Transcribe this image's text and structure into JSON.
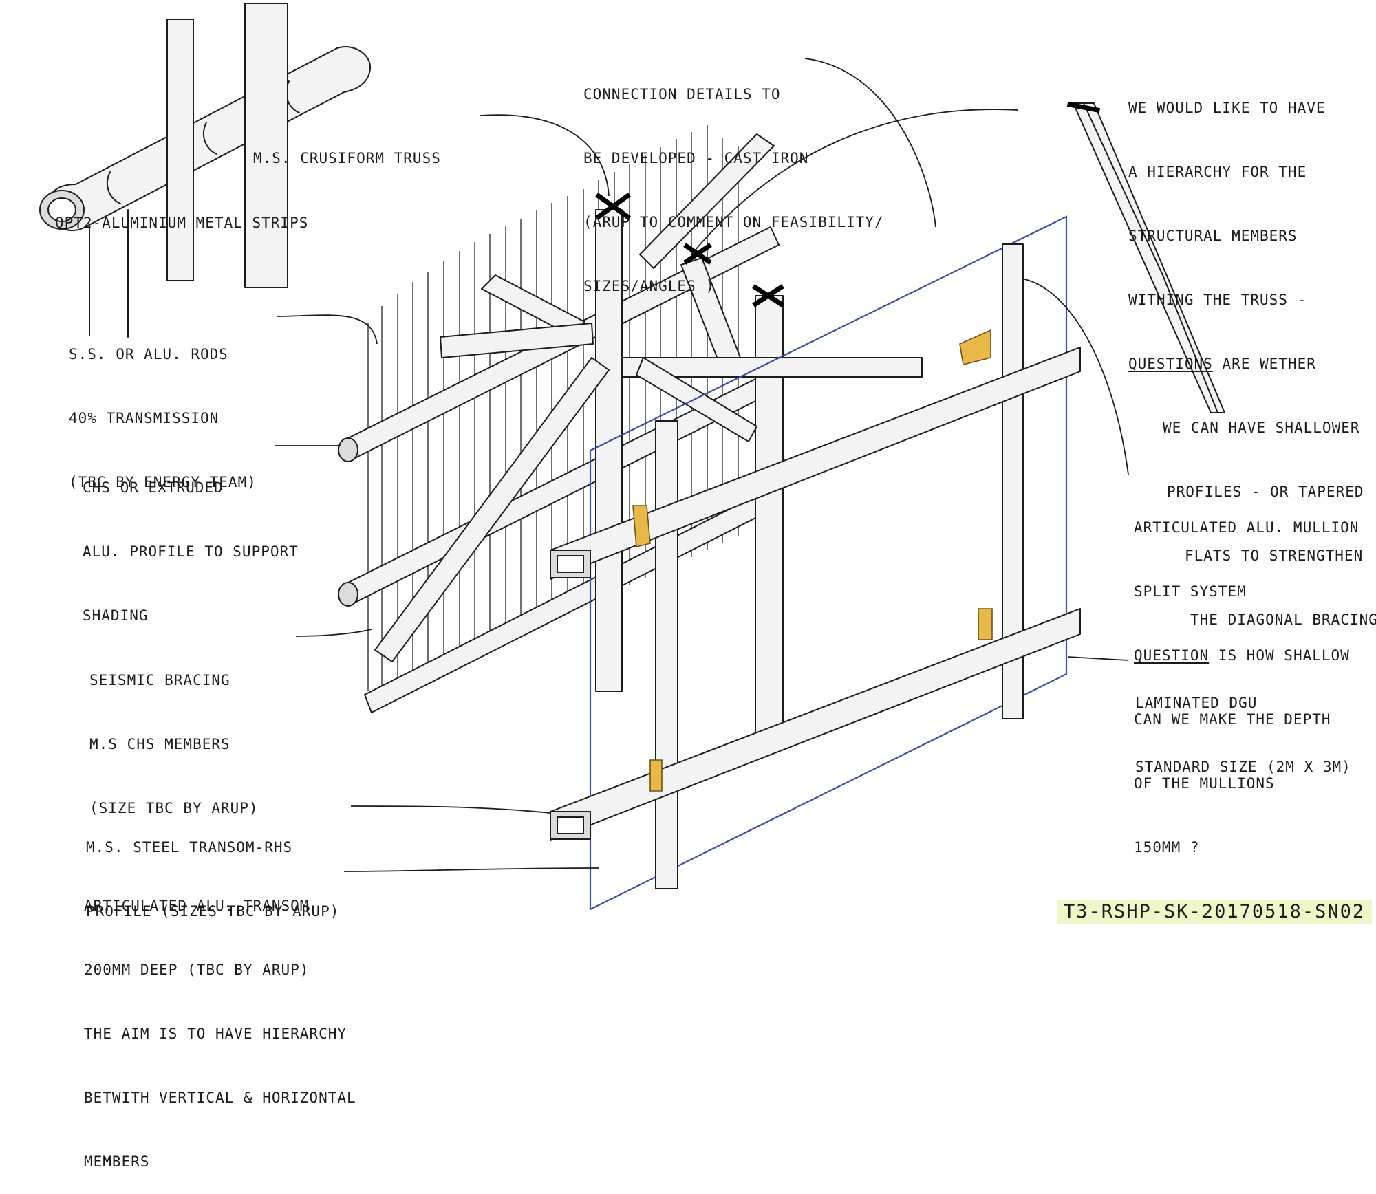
{
  "notes": {
    "connection": [
      "CONNECTION DETAILS TO",
      "BE DEVELOPED - CAST IRON",
      "(ARUP TO COMMENT ON FEASIBILITY/",
      "SIZES/ANGLES )"
    ],
    "hierarchy_1": "WE WOULD LIKE TO HAVE",
    "hierarchy_2": "A HIERARCHY FOR THE",
    "hierarchy_3": "STRUCTURAL MEMBERS",
    "hierarchy_4": "WITHING THE TRUSS -",
    "hierarchy_5_key": "QUESTIONS",
    "hierarchy_5_rest": " ARE WETHER",
    "hierarchy_6": "WE CAN HAVE SHALLOWER",
    "hierarchy_7": "PROFILES - OR TAPERED",
    "hierarchy_8": "FLATS TO STRENGTHEN",
    "hierarchy_9": "THE DIAGONAL BRACING?",
    "cruciform": "M.S. CRUSIFORM TRUSS",
    "aluminium": "OPT2-ALUMINIUM METAL STRIPS",
    "rods": [
      "S.S. OR ALU. RODS",
      "40% TRANSMISSION",
      "(TBC BY ENERGY TEAM)"
    ],
    "chs": [
      "CHS OR EXTRUDED",
      "ALU. PROFILE TO SUPPORT",
      "SHADING"
    ],
    "seismic": [
      "SEISMIC BRACING",
      "M.S CHS MEMBERS",
      "(SIZE TBC BY ARUP)"
    ],
    "mullion_1": "ARTICULATED ALU. MULLION",
    "mullion_2": "SPLIT SYSTEM",
    "mullion_3_key": "QUESTION",
    "mullion_3_rest": " IS HOW SHALLOW",
    "mullion_4": "CAN WE MAKE THE DEPTH",
    "mullion_5": "OF THE MULLIONS",
    "mullion_6": "150mm ?",
    "dgu": [
      "LAMINATED DGU",
      "STANDARD SIZE (2m X 3m)"
    ],
    "transom_rhs": [
      "M.S. STEEL TRANSOM-RHS",
      "PROFILE (SIZES TBC BY ARUP)"
    ],
    "transom_alu": [
      "ARTICULATED ALU. TRANSOM",
      "200mm DEEP (TBC BY ARUP)",
      "THE AIM IS TO HAVE HIERARCHY",
      "BETWITH VERTICAL & HORIZONTAL",
      "MEMBERS"
    ]
  },
  "drawing_ref": "T3-RSHP-SK-20170518-SN02",
  "colors": {
    "ink": "#1c1c1c",
    "glass_outline": "#3c4fa0",
    "bracket_fill": "#e8b94a",
    "ref_highlight": "#eef7c8"
  }
}
